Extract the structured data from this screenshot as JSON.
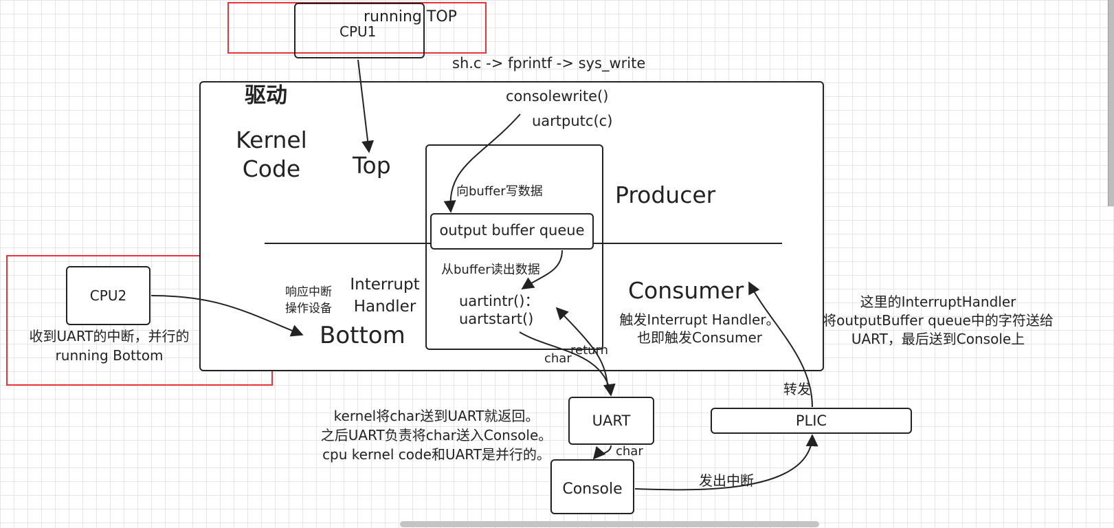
{
  "diagram": {
    "cpu1": {
      "label": "CPU1",
      "annotation": "running  TOP"
    },
    "cpu2": {
      "label": "CPU2",
      "annotation_line1": "收到UART的中断，并行的",
      "annotation_line2": "running Bottom"
    },
    "syscall_chain": "sh.c -> fprintf -> sys_write",
    "driver": {
      "title": "驱动",
      "kernel_code_line1": "Kernel",
      "kernel_code_line2": "Code",
      "top": "Top",
      "bottom": "Bottom",
      "producer": "Producer",
      "consumer": "Consumer",
      "consolewrite": "consolewrite()",
      "uartputc": "uartputc(c)",
      "write_buffer": "向buffer写数据",
      "read_buffer": "从buffer读出数据",
      "uartintr": "uartintr()：",
      "uartstart": "uartstart()",
      "respond_line1": "响应中断",
      "respond_line2": "操作设备",
      "interrupt_handler_line1": "Interrupt",
      "interrupt_handler_line2": "Handler",
      "trigger_line1": "触发Interrupt Handler。",
      "trigger_line2": "也即触发Consumer"
    },
    "buffer": {
      "label": "output buffer queue"
    },
    "uart": {
      "label": "UART"
    },
    "console": {
      "label": "Console"
    },
    "plic": {
      "label": "PLIC"
    },
    "edge_labels": {
      "char_out": "char",
      "return": "return",
      "char_console": "char",
      "forward": "转发",
      "interrupt_out": "发出中断"
    },
    "note_uart": {
      "line1": "kernel将char送到UART就返回。",
      "line2": "之后UART负责将char送入Console。",
      "line3": "cpu kernel code和UART是并行的。"
    },
    "note_handler": {
      "line1": "这里的InterruptHandler",
      "line2": "将outputBuffer queue中的字符送给",
      "line3": "UART，最后送到Console上"
    }
  },
  "colors": {
    "highlight": "#e8323a",
    "stroke": "#222222",
    "grid": "#e6e6e6"
  }
}
